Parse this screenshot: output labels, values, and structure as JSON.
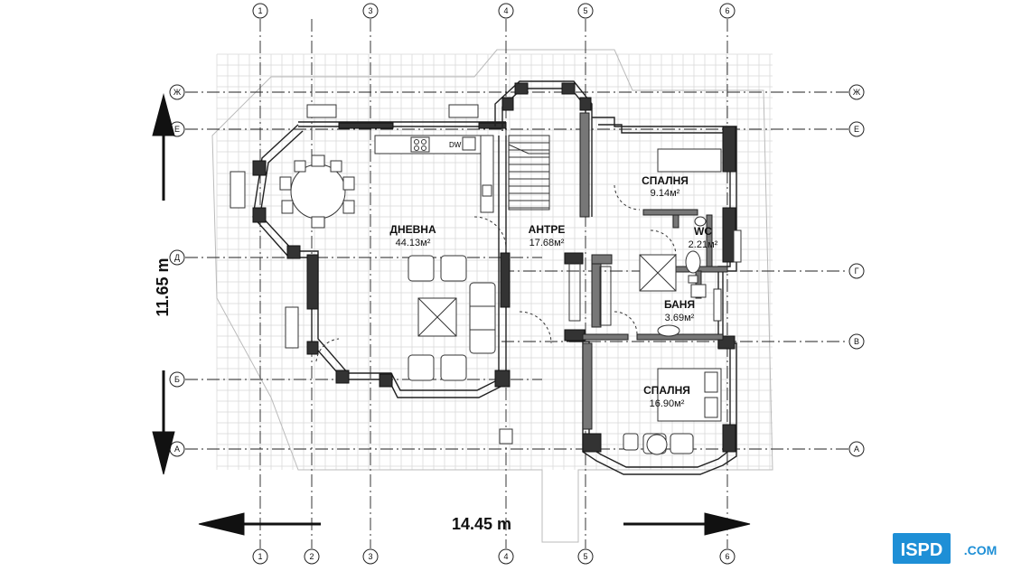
{
  "axes": {
    "vertical": [
      {
        "label": "1"
      },
      {
        "label": "2"
      },
      {
        "label": "3"
      },
      {
        "label": "4"
      },
      {
        "label": "5"
      },
      {
        "label": "6"
      }
    ],
    "horizontal": [
      {
        "label": "Ж"
      },
      {
        "label": "Е"
      },
      {
        "label": "Д"
      },
      {
        "label": "Г"
      },
      {
        "label": "В"
      },
      {
        "label": "Б"
      },
      {
        "label": "А"
      }
    ]
  },
  "rooms": [
    {
      "name": "ДНЕВНА",
      "area": "44.13м²"
    },
    {
      "name": "АНТРЕ",
      "area": "17.68м²"
    },
    {
      "name": "СПАЛНЯ",
      "area": "9.14м²"
    },
    {
      "name": "WC",
      "area": "2.21м²"
    },
    {
      "name": "БАНЯ",
      "area": "3.69м²"
    },
    {
      "name": "СПАЛНЯ",
      "area": "16.90м²"
    }
  ],
  "appliances": {
    "dishwasher": "DW"
  },
  "dimensions": {
    "width": "14.45 m",
    "depth": "11.65 m"
  },
  "logo": {
    "mark": "ISPD",
    "domain": ".COM",
    "color": "#1e8fd6"
  }
}
